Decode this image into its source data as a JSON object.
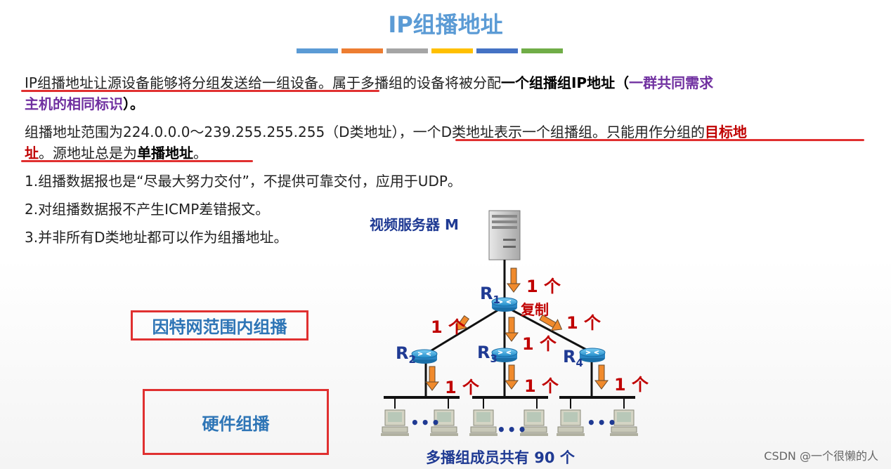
{
  "title": "IP组播地址",
  "colors": {
    "title": "#5b9bd5",
    "bars": [
      "#5b9bd5",
      "#ed7d31",
      "#a5a5a5",
      "#ffc000",
      "#4472c4",
      "#70ad47"
    ],
    "purple": "#7030a0",
    "red": "#c00000",
    "annotation_red": "#e03030",
    "navy": "#1f3a93"
  },
  "para1": {
    "t1": "IP组播地址让源设备能够将分组发送给一组设备",
    "t2": "。属于多播组的设备将被分配",
    "t3": "一个组播组IP地址",
    "t4": "（",
    "t5": "一群共同需求",
    "t6": "主机的相同标识",
    "t7": "）。"
  },
  "para2": {
    "t1": "组播地址范围为224.0.0.0～239.255.255.255（D类地址），",
    "t2": "一个D类地址表示一个组播组。只能用作分组的",
    "t3": "目标地",
    "t4": "址",
    "t5": "。源地址总是为",
    "t6": "单播地址",
    "t7": "。"
  },
  "points": [
    "1.组播数据报也是“尽最大努力交付”，不提供可靠交付，应用于UDP。",
    "2.对组播数据报不产生ICMP差错报文。",
    "3.并非所有D类地址都可以作为组播地址。"
  ],
  "box_internet": "因特网范围内组播",
  "box_hardware": "硬件组播",
  "diagram": {
    "server_label": "视频服务器 M",
    "router_prefix": "R",
    "router_subs": [
      "1",
      "2",
      "3",
      "4"
    ],
    "copy_label": "复制",
    "count_label": "1 个",
    "dots": "•••",
    "members_label": "多播组成员共有 90 个"
  },
  "watermark": "CSDN @一个很懒的人"
}
